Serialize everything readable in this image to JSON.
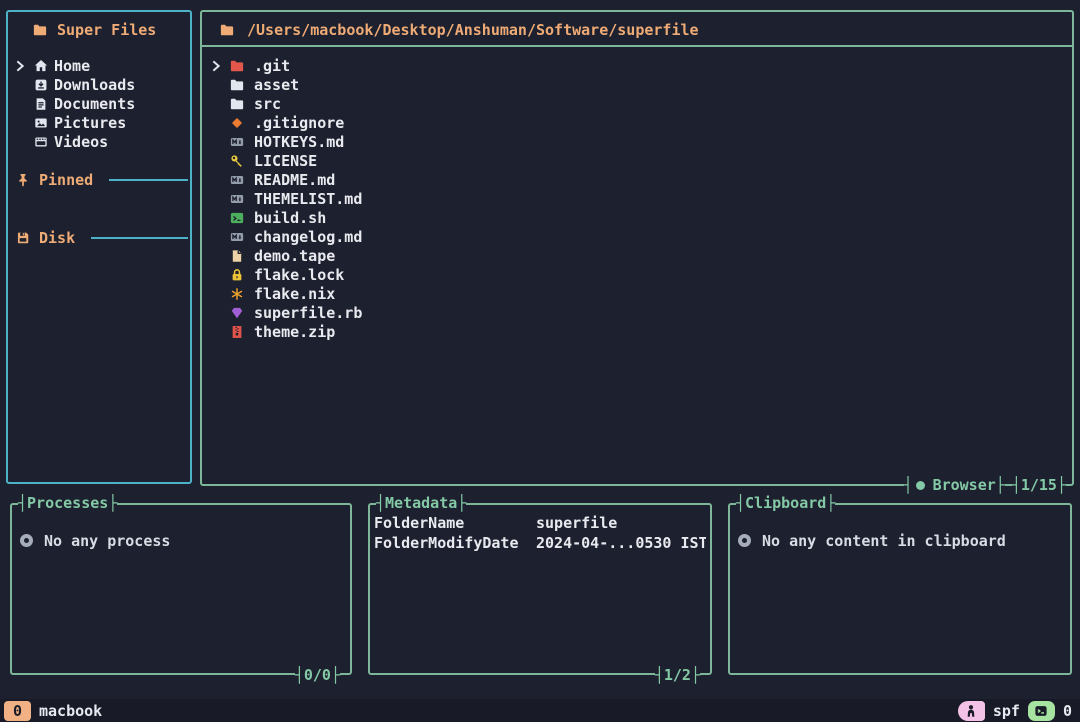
{
  "colors": {
    "background": "#1d202e",
    "sidebar_border": "#4db2c8",
    "panel_border": "#7db698",
    "accent_orange": "#eeab76",
    "text": "#e9eaef",
    "status_peach": "#f2b185",
    "status_pink": "#f5c2e7",
    "status_green": "#a6e3a1"
  },
  "sidebar": {
    "title": "Super Files",
    "title_icon": "folder-icon",
    "cursor_icon": "chevron-right-icon",
    "items": [
      {
        "label": "Home",
        "icon": "home-icon",
        "active": true
      },
      {
        "label": "Downloads",
        "icon": "download-icon",
        "active": false
      },
      {
        "label": "Documents",
        "icon": "document-icon",
        "active": false
      },
      {
        "label": "Pictures",
        "icon": "picture-icon",
        "active": false
      },
      {
        "label": "Videos",
        "icon": "video-icon",
        "active": false
      }
    ],
    "sections": [
      {
        "label": "Pinned",
        "icon": "pin-icon"
      },
      {
        "label": "Disk",
        "icon": "disk-icon"
      }
    ]
  },
  "browser": {
    "path": "/Users/macbook/Desktop/Anshuman/Software/superfile",
    "path_icon": "folder-icon",
    "cursor_icon": "chevron-right-icon",
    "files": [
      {
        "name": ".git",
        "icon": "folder-icon",
        "color": "#e2564b",
        "active": true
      },
      {
        "name": "asset",
        "icon": "folder-icon",
        "color": "#e2e6ef",
        "active": false
      },
      {
        "name": "src",
        "icon": "folder-icon",
        "color": "#e2e6ef",
        "active": false
      },
      {
        "name": ".gitignore",
        "icon": "git-diamond-icon",
        "color": "#ed7b31",
        "active": false
      },
      {
        "name": "HOTKEYS.md",
        "icon": "markdown-icon",
        "color": "#929cab",
        "active": false
      },
      {
        "name": "LICENSE",
        "icon": "key-icon",
        "color": "#e8c93f",
        "active": false
      },
      {
        "name": "README.md",
        "icon": "markdown-icon",
        "color": "#929cab",
        "active": false
      },
      {
        "name": "THEMELIST.md",
        "icon": "markdown-icon",
        "color": "#929cab",
        "active": false
      },
      {
        "name": "build.sh",
        "icon": "shell-icon",
        "color": "#4caf5e",
        "active": false
      },
      {
        "name": "changelog.md",
        "icon": "markdown-icon",
        "color": "#929cab",
        "active": false
      },
      {
        "name": "demo.tape",
        "icon": "file-icon",
        "color": "#ecd2a4",
        "active": false
      },
      {
        "name": "flake.lock",
        "icon": "lock-icon",
        "color": "#ecc335",
        "active": false
      },
      {
        "name": "flake.nix",
        "icon": "snowflake-icon",
        "color": "#efa12c",
        "active": false
      },
      {
        "name": "superfile.rb",
        "icon": "gem-icon",
        "color": "#a15fd6",
        "active": false
      },
      {
        "name": "theme.zip",
        "icon": "zip-icon",
        "color": "#e0544a",
        "active": false
      }
    ],
    "footer": {
      "label": "Browser",
      "count": "1/15"
    }
  },
  "panels": {
    "processes": {
      "title": "Processes",
      "empty_text": "No any process",
      "footer_count": "0/0"
    },
    "metadata": {
      "title": "Metadata",
      "rows": [
        {
          "key": "FolderName",
          "value": "superfile"
        },
        {
          "key": "FolderModifyDate",
          "value": "2024-04-...0530 IST"
        }
      ],
      "footer_count": "1/2"
    },
    "clipboard": {
      "title": "Clipboard",
      "empty_text": "No any content in clipboard"
    }
  },
  "statusbar": {
    "left_badge": "0",
    "hostname": "macbook",
    "user_icon": "person-icon",
    "app_label": "spf",
    "terminal_icon": "terminal-window-icon",
    "right_count": "0"
  }
}
